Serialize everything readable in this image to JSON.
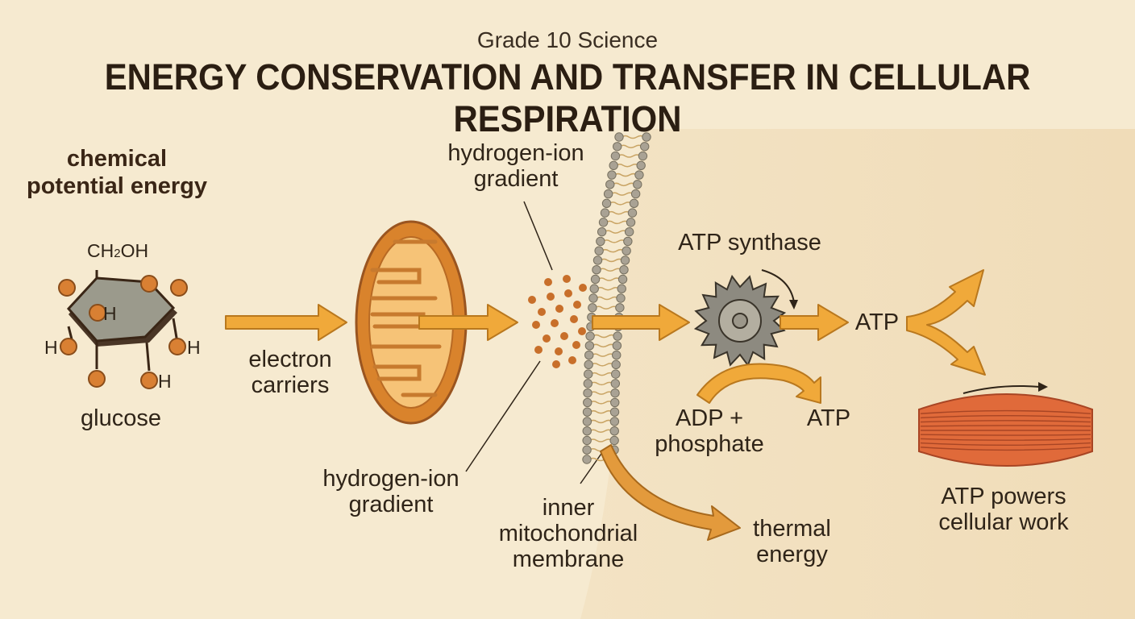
{
  "header": {
    "subtitle": "Grade 10 Science",
    "title": "ENERGY CONSERVATION AND TRANSFER IN CELLULAR RESPIRATION"
  },
  "labels": {
    "chemical_energy": "chemical\npotential energy",
    "glucose": "glucose",
    "electron_carriers": "electron\ncarriers",
    "gradient_top": "hydrogen-ion\ngradient",
    "gradient_bottom": "hydrogen-ion\ngradient",
    "membrane": "inner\nmitochondrial\nmembrane",
    "atp_synthase": "ATP synthase",
    "atp_main": "ATP",
    "atp_secondary": "ATP",
    "adp_phosphate": "ADP +\nphosphate",
    "thermal_energy": "thermal\nenergy",
    "atp_powers": "ATP powers\ncellular work"
  },
  "glucose_atoms": {
    "ch2oh_c": "CH",
    "ch2oh_sub": "2",
    "ch2oh_oh": "OH",
    "center_h": "H",
    "left_h": "H",
    "right_h": "H",
    "bottom_h": "H"
  },
  "colors": {
    "background": "#f6ead0",
    "panel": "#f2dfbe",
    "arrow": "#f0a93a",
    "arrow_stroke": "#b9781e",
    "mitochondrion": "#d9832c",
    "muscle": "#e06a3a",
    "ion": "#c86f2a"
  }
}
